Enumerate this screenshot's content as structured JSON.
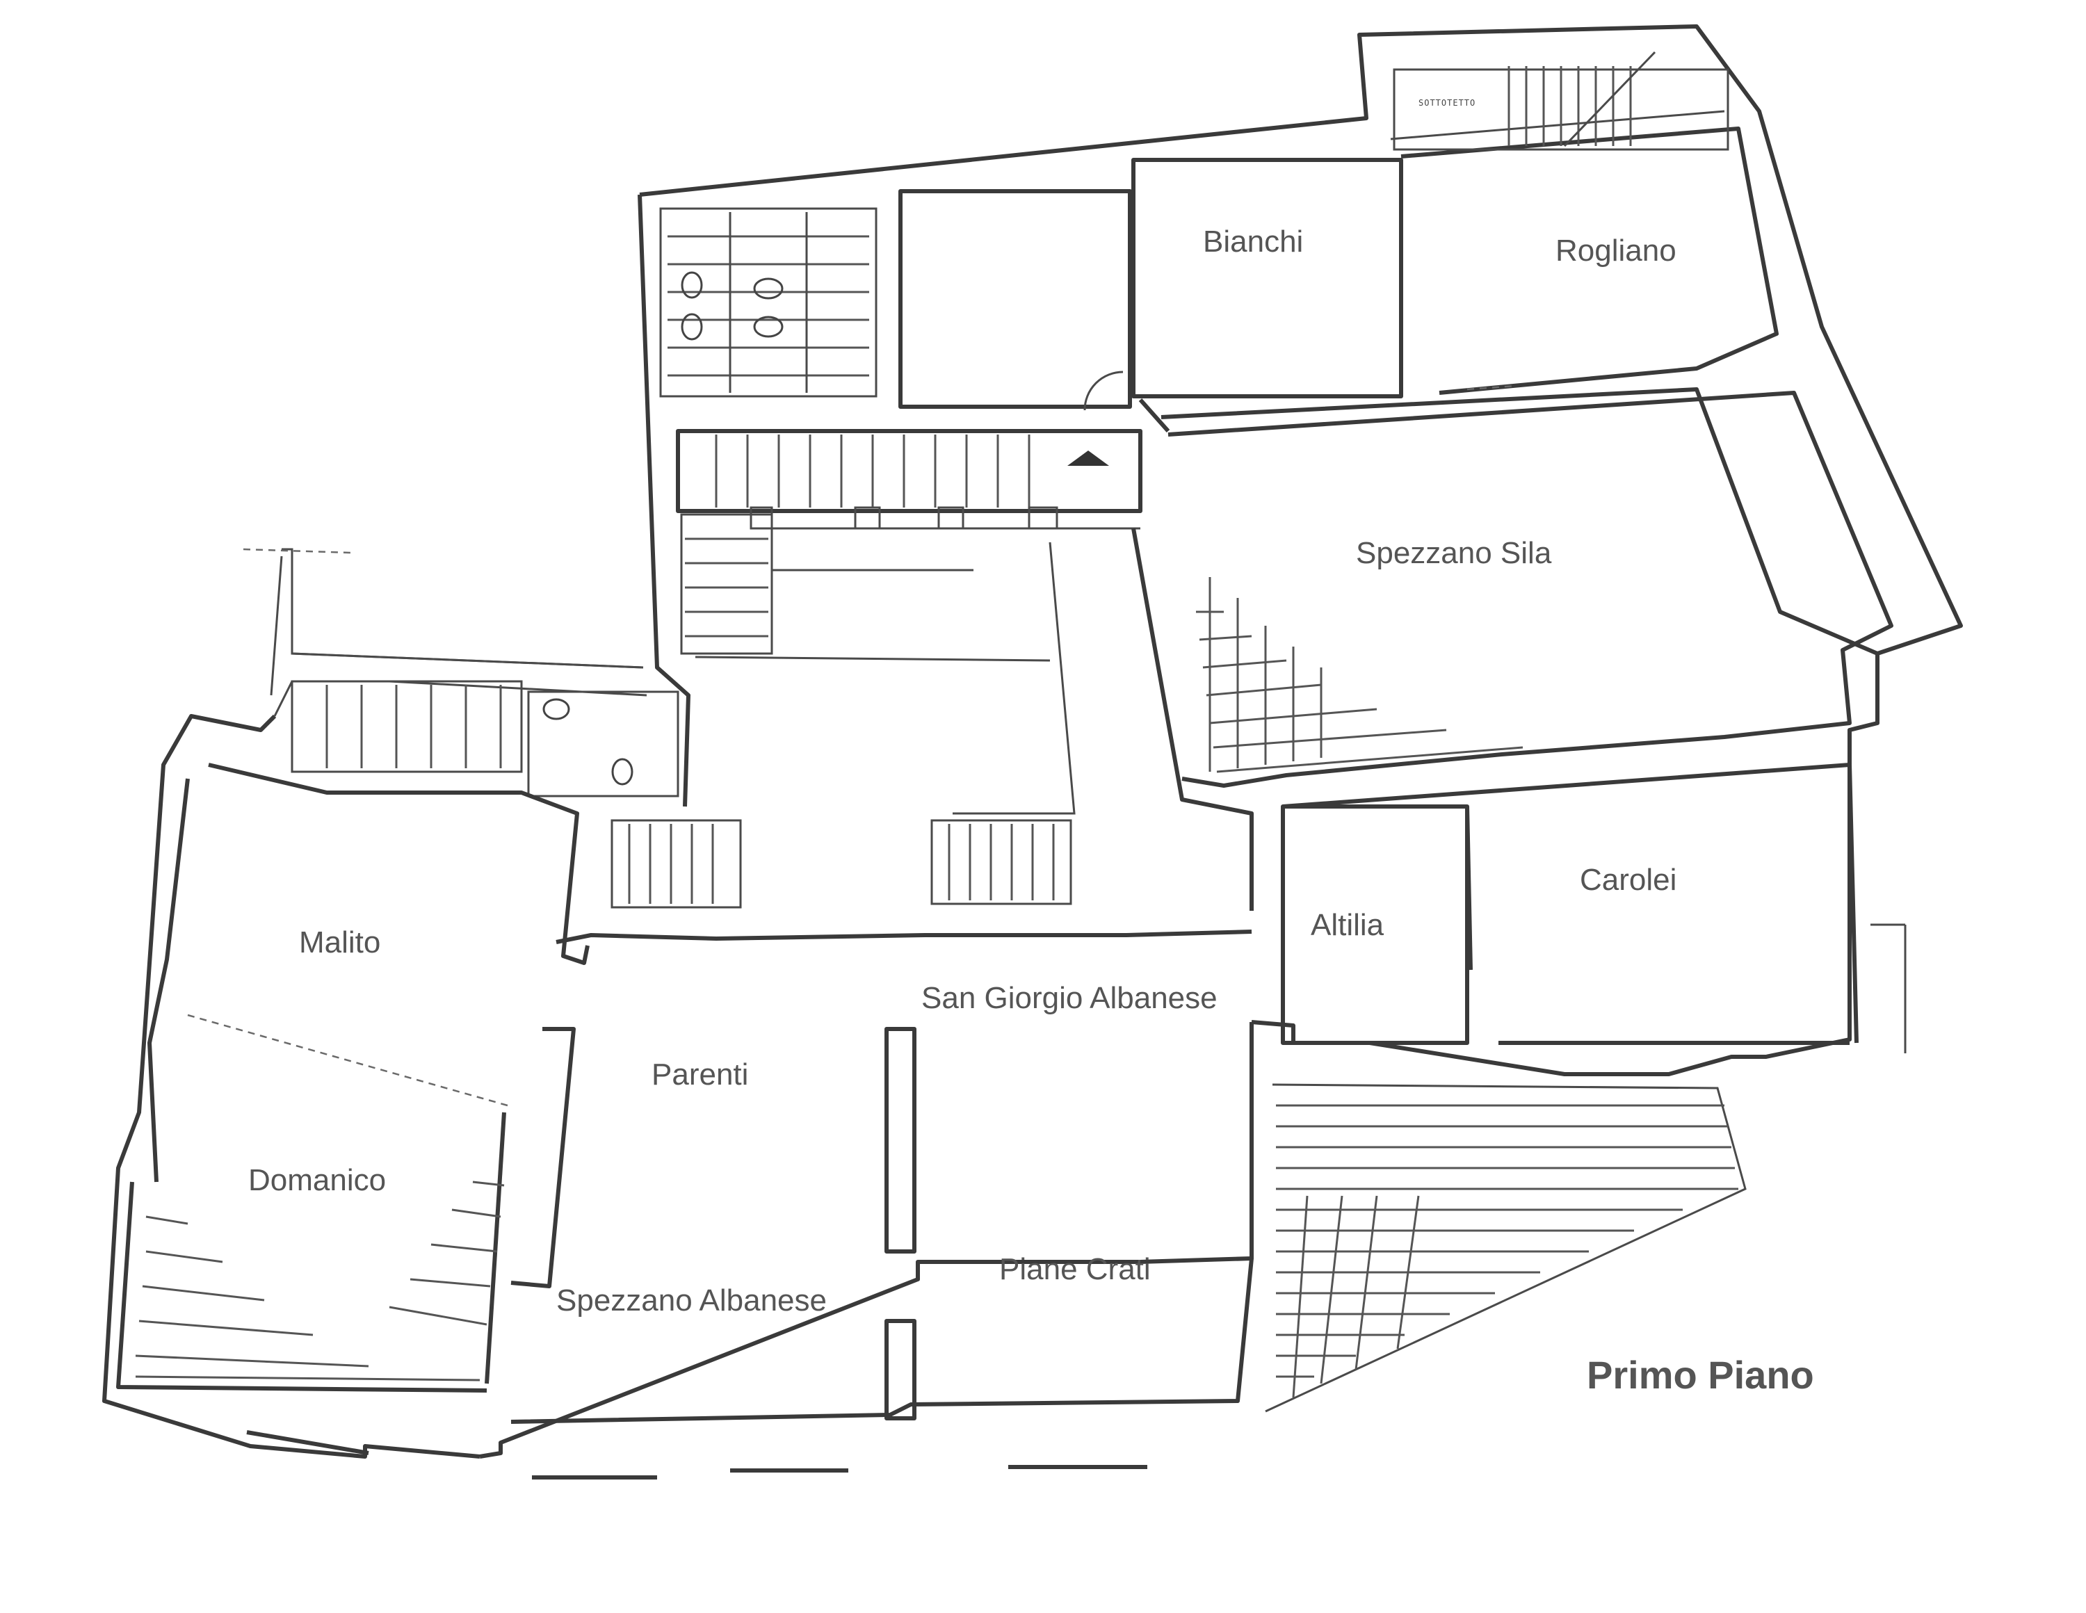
{
  "plan": {
    "title": "Primo Piano",
    "attic_label": "SOTTOTETTO",
    "rooms": {
      "bianchi": "Bianchi",
      "rogliano": "Rogliano",
      "spezzano_sila": "Spezzano Sila",
      "carolei": "Carolei",
      "altilia": "Altilia",
      "san_giorgio_albanese": "San Giorgio Albanese",
      "malito": "Malito",
      "parenti": "Parenti",
      "domanico": "Domanico",
      "spezzano_albanese": "Spezzano Albanese",
      "piane_crati": "Piane Crati"
    }
  }
}
